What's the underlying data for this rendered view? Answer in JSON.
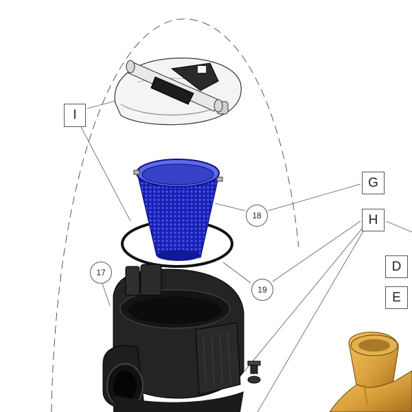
{
  "labels": {
    "I": "I",
    "G": "G",
    "H": "H",
    "D": "D",
    "E": "E"
  },
  "callouts": {
    "c18": "18",
    "c19": "19",
    "c17": "17"
  },
  "colors": {
    "basket": "#1a1fb4",
    "pump_body": "#222222",
    "lid": "#f2f2f2",
    "handle": "#1c1c1c",
    "brass": "#d9a13c"
  }
}
